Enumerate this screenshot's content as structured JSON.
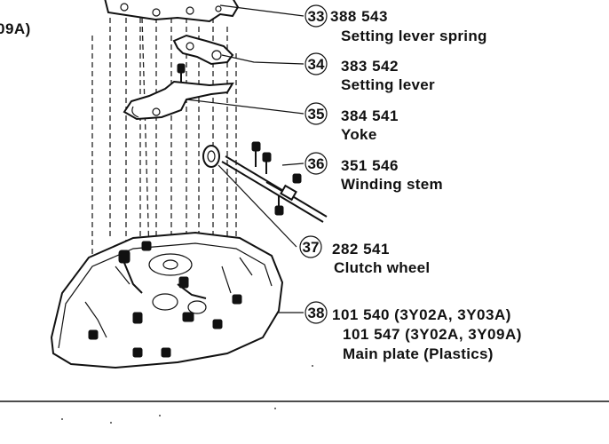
{
  "edge_label": "09A)",
  "callouts": [
    {
      "number": "33",
      "part_numbers": [
        "388 543"
      ],
      "descriptions": [
        "Setting lever spring"
      ]
    },
    {
      "number": "34",
      "part_numbers": [
        "383 542"
      ],
      "descriptions": [
        "Setting lever"
      ]
    },
    {
      "number": "35",
      "part_numbers": [
        "384 541"
      ],
      "descriptions": [
        "Yoke"
      ]
    },
    {
      "number": "36",
      "part_numbers": [
        "351 546"
      ],
      "descriptions": [
        "Winding stem"
      ]
    },
    {
      "number": "37",
      "part_numbers": [
        "282 541"
      ],
      "descriptions": [
        "Clutch wheel"
      ]
    },
    {
      "number": "38",
      "part_numbers": [
        "101 540 (3Y02A, 3Y03A)",
        "101 547 (3Y02A, 3Y09A)"
      ],
      "descriptions": [
        "Main plate (Plastics)"
      ]
    }
  ]
}
